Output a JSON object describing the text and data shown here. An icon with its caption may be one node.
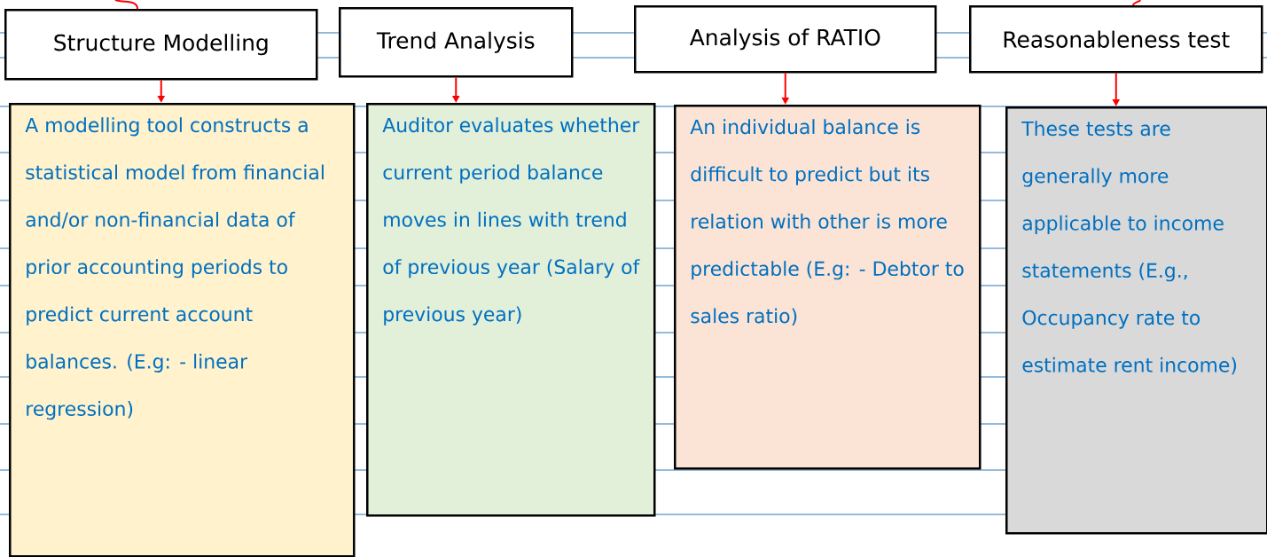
{
  "diagram": {
    "nodes": [
      {
        "text": [
          "Structure Modelling"
        ]
      },
      {
        "text": [
          "Trend Analysis"
        ]
      },
      {
        "text": [
          "Analysis of RATIO"
        ]
      },
      {
        "text": [
          "Reasonableness test"
        ]
      },
      {
        "text": [
          "A modelling tool constructs a statistical model from financial and/or non-financial data of prior accounting periods to predict current account balances. (E.g: - linear regression)"
        ]
      },
      {
        "text": [
          "Auditor evaluates whether current period balance moves in lines with trend of previous year (Salary of previous year)"
        ]
      },
      {
        "text": [
          "An individual balance is difficult to predict but its relation with other is more predictable (E.g: - Debtor to sales ratio)"
        ]
      },
      {
        "text": [
          "These tests are generally more applicable to income statements (E.g., Occupancy rate to estimate rent income)"
        ]
      }
    ],
    "edges": [
      {
        "from": 0,
        "to": 4,
        "arrow": "to"
      },
      {
        "from": 1,
        "to": 5,
        "arrow": "to"
      },
      {
        "from": 2,
        "to": 6,
        "arrow": "to"
      },
      {
        "from": 3,
        "to": 7,
        "arrow": "to"
      },
      {
        "from": null,
        "to": 0,
        "arrow": "none"
      },
      {
        "from": null,
        "to": 3,
        "arrow": "none"
      }
    ]
  }
}
